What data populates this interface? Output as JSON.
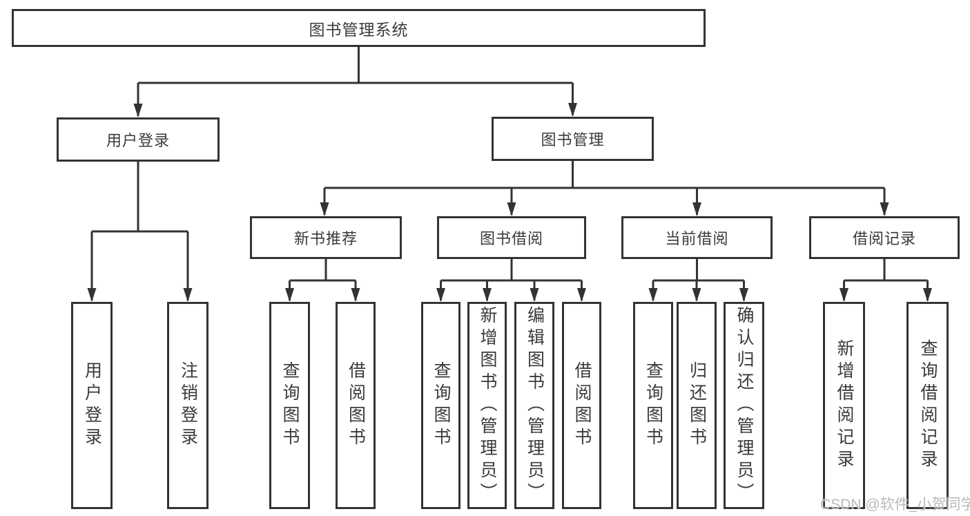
{
  "diagram": {
    "title": "图书管理系统",
    "branches": [
      {
        "label": "用户登录",
        "children": [
          {
            "label": "用户登录"
          },
          {
            "label": "注销登录"
          }
        ]
      },
      {
        "label": "图书管理",
        "children": [
          {
            "label": "新书推荐",
            "children": [
              {
                "label": "查询图书"
              },
              {
                "label": "借阅图书"
              }
            ]
          },
          {
            "label": "图书借阅",
            "children": [
              {
                "label": "查询图书"
              },
              {
                "label": "新增图书（管理员）"
              },
              {
                "label": "编辑图书（管理员）"
              },
              {
                "label": "借阅图书"
              }
            ]
          },
          {
            "label": "当前借阅",
            "children": [
              {
                "label": "查询图书"
              },
              {
                "label": "归还图书"
              },
              {
                "label": "确认归还（管理员）"
              }
            ]
          },
          {
            "label": "借阅记录",
            "children": [
              {
                "label": "新增借阅记录"
              },
              {
                "label": "查询借阅记录"
              }
            ]
          }
        ]
      }
    ],
    "colors": {
      "line": "#333333",
      "text": "#3a3a3a",
      "watermark": "#b9b9b9"
    }
  },
  "watermark": "CSDN @软件_小贺同学"
}
